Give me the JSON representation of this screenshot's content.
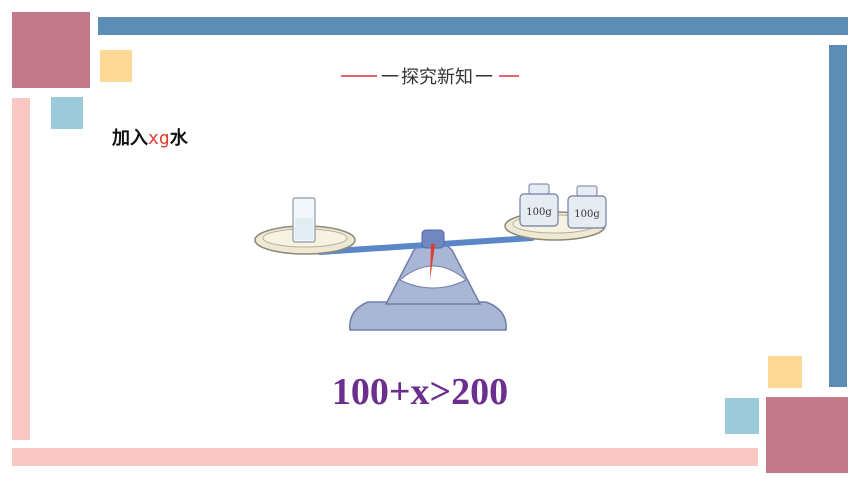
{
  "heading": {
    "text": "探究新知",
    "left_dash": "一",
    "right_dash": "一"
  },
  "caption": {
    "prefix": "加入",
    "variable": "xg",
    "suffix": "水"
  },
  "scale": {
    "weights": [
      "100g",
      "100g"
    ]
  },
  "formula": "100+x>200",
  "colors": {
    "mauve": "#c27a8a",
    "blue": "#5b8db5",
    "yellow": "#fcd994",
    "light_blue": "#9ccad9",
    "pink": "#f9c8c4",
    "formula_purple": "#6b2f8f",
    "variable_red": "#e23b2e"
  }
}
